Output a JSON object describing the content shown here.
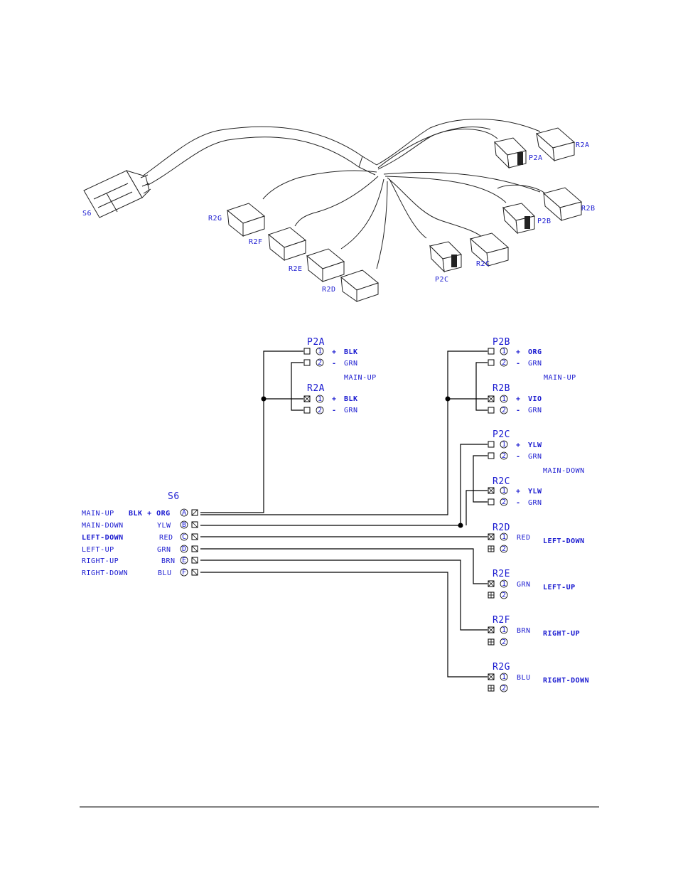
{
  "harness_labels": {
    "s6": "S6",
    "p2a": "P2A",
    "r2a": "R2A",
    "r2b": "R2B",
    "p2b": "P2B",
    "r2c": "R2C",
    "p2c": "P2C",
    "r2d": "R2D",
    "r2e": "R2E",
    "r2f": "R2F",
    "r2g": "R2G"
  },
  "schematic": {
    "p2a": {
      "title": "P2A",
      "rows": [
        {
          "pin": "1",
          "sign": "+",
          "color": "BLK"
        },
        {
          "pin": "2",
          "sign": "-",
          "color": "GRN"
        }
      ],
      "function": "MAIN-UP"
    },
    "r2a": {
      "title": "R2A",
      "rows": [
        {
          "pin": "1",
          "sign": "+",
          "color": "BLK"
        },
        {
          "pin": "2",
          "sign": "-",
          "color": "GRN"
        }
      ]
    },
    "p2b": {
      "title": "P2B",
      "rows": [
        {
          "pin": "1",
          "sign": "+",
          "color": "ORG"
        },
        {
          "pin": "2",
          "sign": "-",
          "color": "GRN"
        }
      ],
      "function": "MAIN-UP"
    },
    "r2b": {
      "title": "R2B",
      "rows": [
        {
          "pin": "1",
          "sign": "+",
          "color": "VIO"
        },
        {
          "pin": "2",
          "sign": "-",
          "color": "GRN"
        }
      ]
    },
    "p2c": {
      "title": "P2C",
      "rows": [
        {
          "pin": "1",
          "sign": "+",
          "color": "YLW"
        },
        {
          "pin": "2",
          "sign": "-",
          "color": "GRN"
        }
      ],
      "function": "MAIN-DOWN"
    },
    "r2c": {
      "title": "R2C",
      "rows": [
        {
          "pin": "1",
          "sign": "+",
          "color": "YLW"
        },
        {
          "pin": "2",
          "sign": "-",
          "color": "GRN"
        }
      ]
    },
    "r2d": {
      "title": "R2D",
      "pin": "1",
      "pin2": "2",
      "color": "RED",
      "function": "LEFT-DOWN"
    },
    "r2e": {
      "title": "R2E",
      "pin": "1",
      "pin2": "2",
      "color": "GRN",
      "function": "LEFT-UP"
    },
    "r2f": {
      "title": "R2F",
      "pin": "1",
      "pin2": "2",
      "color": "BRN",
      "function": "RIGHT-UP"
    },
    "r2g": {
      "title": "R2G",
      "pin": "1",
      "pin2": "2",
      "color": "BLU",
      "function": "RIGHT-DOWN"
    },
    "s6": {
      "title": "S6",
      "rows": [
        {
          "function": "MAIN-UP",
          "sign": "+",
          "color": "BLK + ORG",
          "pin": "A"
        },
        {
          "function": "MAIN-DOWN",
          "color": "YLW",
          "pin": "B"
        },
        {
          "function": "LEFT-DOWN",
          "color": "RED",
          "pin": "C"
        },
        {
          "function": "LEFT-UP",
          "color": "GRN",
          "pin": "D"
        },
        {
          "function": "RIGHT-UP",
          "color": "BRN",
          "pin": "E"
        },
        {
          "function": "RIGHT-DOWN",
          "color": "BLU",
          "pin": "F"
        }
      ]
    }
  },
  "colors": {
    "label": "#1a1ad0",
    "line": "#000000"
  }
}
